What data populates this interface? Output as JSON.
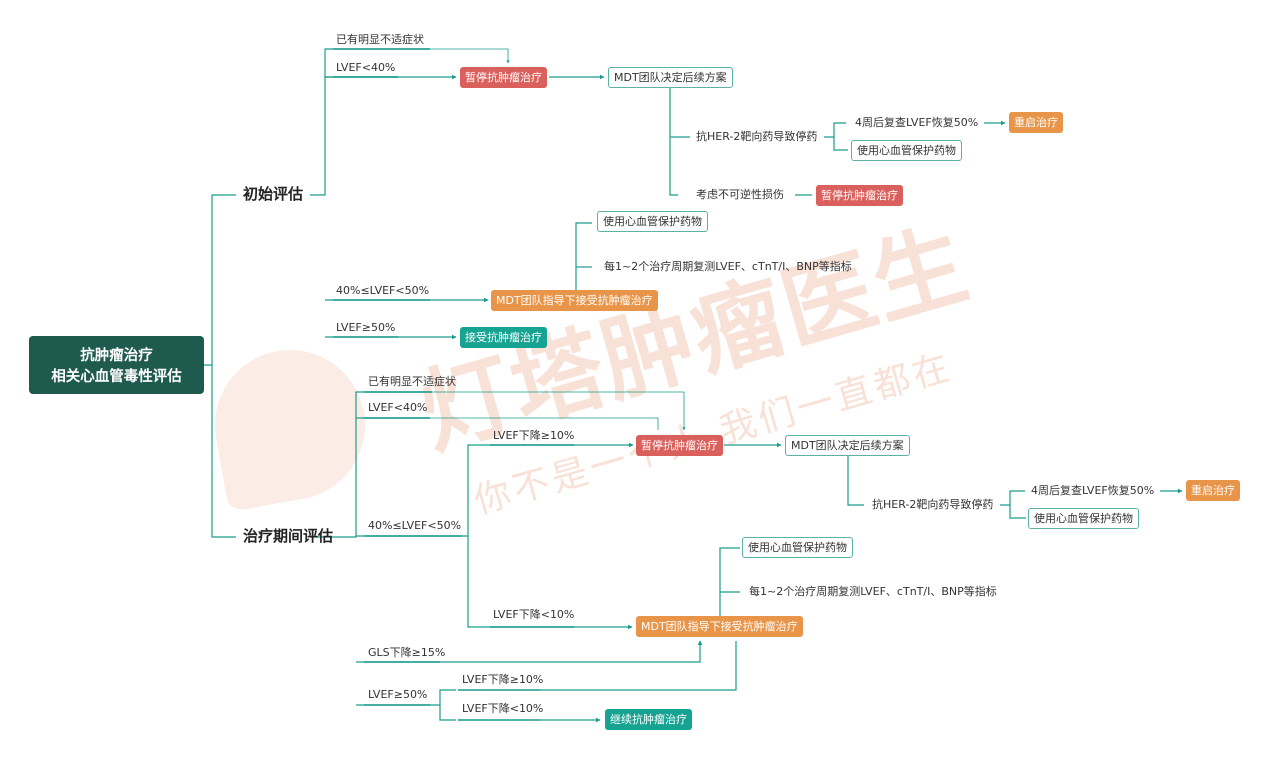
{
  "root": {
    "title": "抗肿瘤治疗\n相关心血管毒性评估"
  },
  "branches": {
    "initial": "初始评估",
    "during": "治疗期间评估"
  },
  "initial_nodes": {
    "symptom": "已有明显不适症状",
    "lvef_lt40": "LVEF<40%",
    "pause_treatment": "暂停抗肿瘤治疗",
    "mdt_decide": "MDT团队决定后续方案",
    "her2": "抗HER-2靶向药导致停药",
    "week4": "4周后复查LVEF恢复50%",
    "restart": "重启治疗",
    "cardio_protect": "使用心血管保护药物",
    "irreversible": "考虑不可逆性损伤",
    "pause_treatment2": "暂停抗肿瘤治疗",
    "cardio_protect2": "使用心血管保护药物",
    "monitor": "每1~2个治疗周期复测LVEF、cTnT/I、BNP等指标",
    "lvef_40_50": "40%≤LVEF<50%",
    "mdt_guided": "MDT团队指导下接受抗肿瘤治疗",
    "lvef_ge50": "LVEF≥50%",
    "accept": "接受抗肿瘤治疗"
  },
  "during_nodes": {
    "symptom": "已有明显不适症状",
    "lvef_lt40": "LVEF<40%",
    "lvef_40_50": "40%≤LVEF<50%",
    "drop_ge10": "LVEF下降≥10%",
    "pause_treatment": "暂停抗肿瘤治疗",
    "mdt_decide": "MDT团队决定后续方案",
    "her2": "抗HER-2靶向药导致停药",
    "week4": "4周后复查LVEF恢复50%",
    "restart": "重启治疗",
    "cardio_protect": "使用心血管保护药物",
    "cardio_protect2": "使用心血管保护药物",
    "monitor": "每1~2个治疗周期复测LVEF、cTnT/I、BNP等指标",
    "drop_lt10": "LVEF下降<10%",
    "mdt_guided": "MDT团队指导下接受抗肿瘤治疗",
    "gls": "GLS下降≥15%",
    "lvef_ge50": "LVEF≥50%",
    "ge50_drop_ge10": "LVEF下降≥10%",
    "ge50_drop_lt10": "LVEF下降<10%",
    "continue": "继续抗肿瘤治疗"
  },
  "watermark": {
    "brand": "灯塔肿瘤医生",
    "slogan": "你不是一个人 我们一直都在"
  },
  "colors": {
    "root_bg": "#1e5a4e",
    "line": "#1a9c8c",
    "red_box": "#d9605d",
    "orange_box": "#e8954a",
    "teal_box": "#17a392"
  }
}
